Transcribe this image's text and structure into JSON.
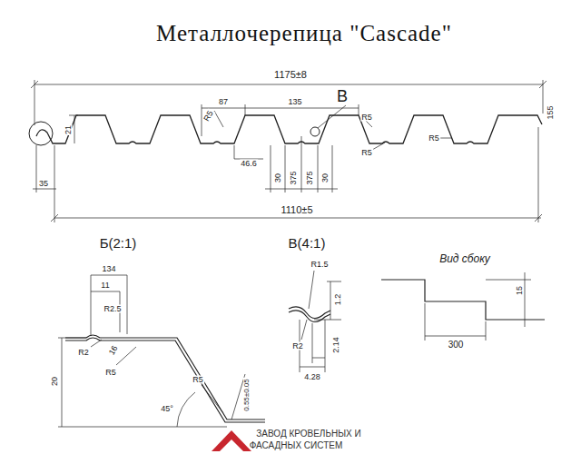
{
  "diagram": {
    "title": "Металлочерепица \"Cascade\"",
    "labels": [
      "1175±8",
      "В",
      "87",
      "135",
      "R5",
      "R5",
      "R5",
      "R5",
      "155",
      "21",
      "46.6",
      "35",
      "30",
      "375",
      "375",
      "30",
      "1110±5",
      "Б(2:1)",
      "134",
      "11",
      "R2.5",
      "R2",
      "16",
      "R5",
      "20",
      "45°",
      "R5",
      "0.55±0.05",
      "В(4:1)",
      "R1.5",
      "1.2",
      "R2",
      "2.14",
      "4.28",
      "Вид сбоку",
      "15",
      "300",
      "ЗАВОД КРОВЕЛЬНЫХ И",
      "ФАСАДНЫХ СИСТЕМ"
    ]
  }
}
